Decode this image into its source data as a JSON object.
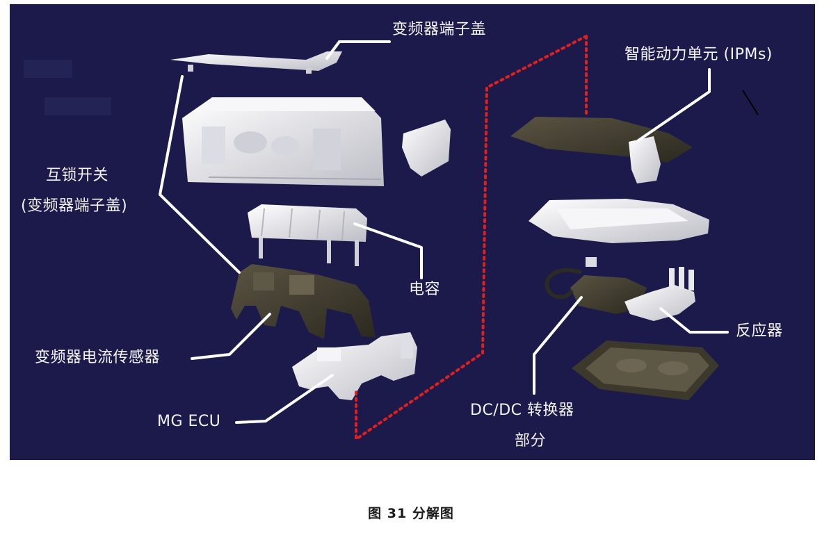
{
  "labels": {
    "inverter_terminal_cover": "变频器端子盖",
    "ipms": "智能动力单元 (IPMs)",
    "interlock_switch": "互锁开关",
    "interlock_switch_sub": "(变频器端子盖)",
    "capacitor": "电容",
    "current_sensor": "变频器电流传感器",
    "reactor": "反应器",
    "mg_ecu": "MG ECU",
    "dcdc_converter": "DC/DC 转换器",
    "dcdc_part": "部分"
  },
  "caption": "图 31  分解图",
  "colors": {
    "background": "#1b1a4b",
    "component": "#e8e8ec",
    "dark_component": "#3f3b2e",
    "leader_line": "#ffffff",
    "dotted_boundary": "#e0201e"
  }
}
